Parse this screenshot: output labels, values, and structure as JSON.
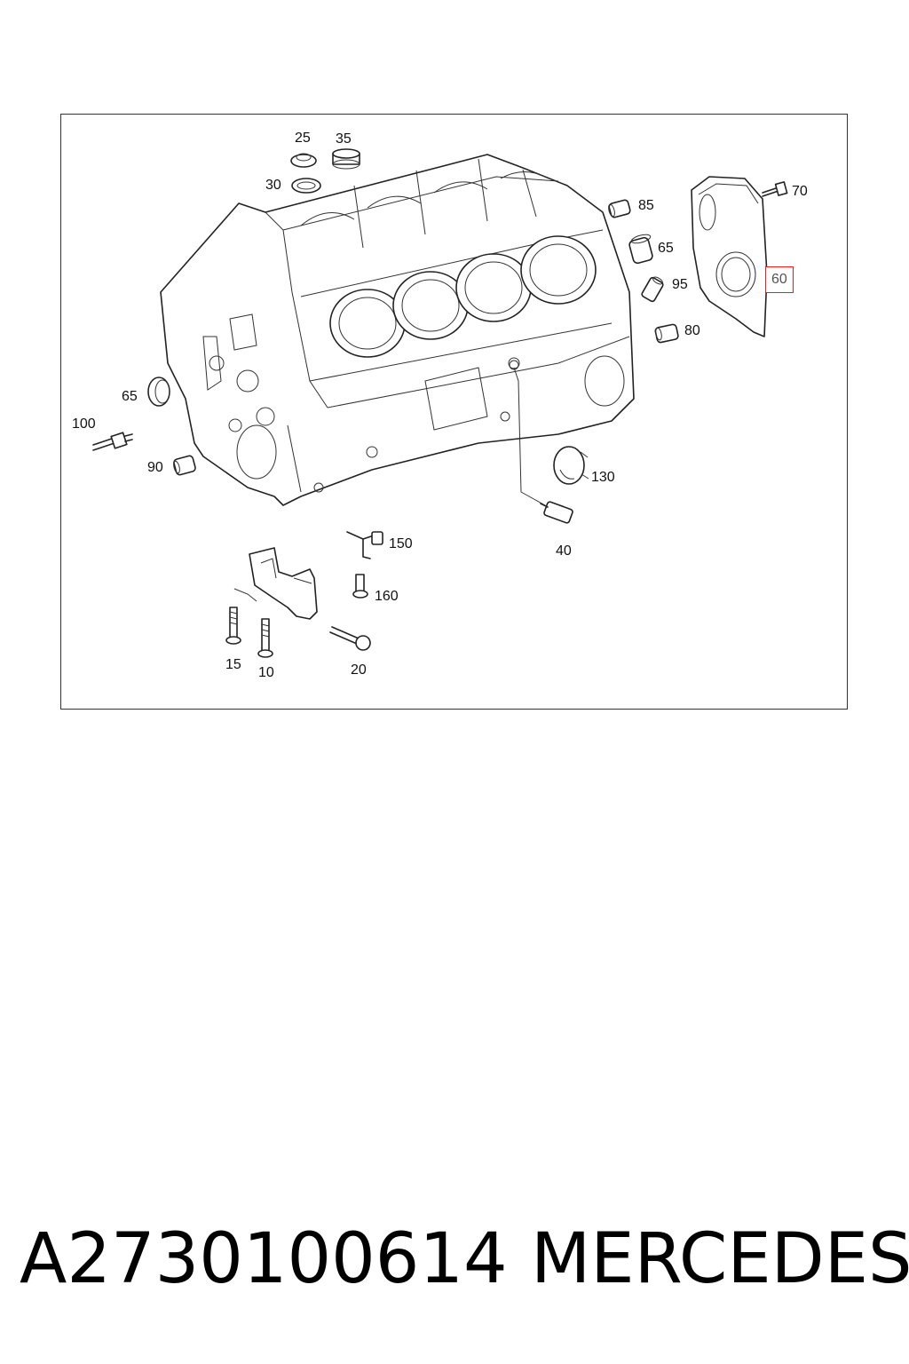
{
  "diagram": {
    "callouts": [
      {
        "id": "c25",
        "label": "25"
      },
      {
        "id": "c35",
        "label": "35"
      },
      {
        "id": "c30",
        "label": "30"
      },
      {
        "id": "c85",
        "label": "85"
      },
      {
        "id": "c65a",
        "label": "65"
      },
      {
        "id": "c95",
        "label": "95"
      },
      {
        "id": "c80",
        "label": "80"
      },
      {
        "id": "c70",
        "label": "70"
      },
      {
        "id": "c60",
        "label": "60"
      },
      {
        "id": "c65b",
        "label": "65"
      },
      {
        "id": "c100",
        "label": "100"
      },
      {
        "id": "c90",
        "label": "90"
      },
      {
        "id": "c130",
        "label": "130"
      },
      {
        "id": "c40",
        "label": "40"
      },
      {
        "id": "c150",
        "label": "150"
      },
      {
        "id": "c160",
        "label": "160"
      },
      {
        "id": "c15",
        "label": "15"
      },
      {
        "id": "c10",
        "label": "10"
      },
      {
        "id": "c20",
        "label": "20"
      }
    ],
    "highlight_color": "#e1251b"
  },
  "caption": {
    "part_number": "A2730100614",
    "brand": "MERCEDES"
  }
}
